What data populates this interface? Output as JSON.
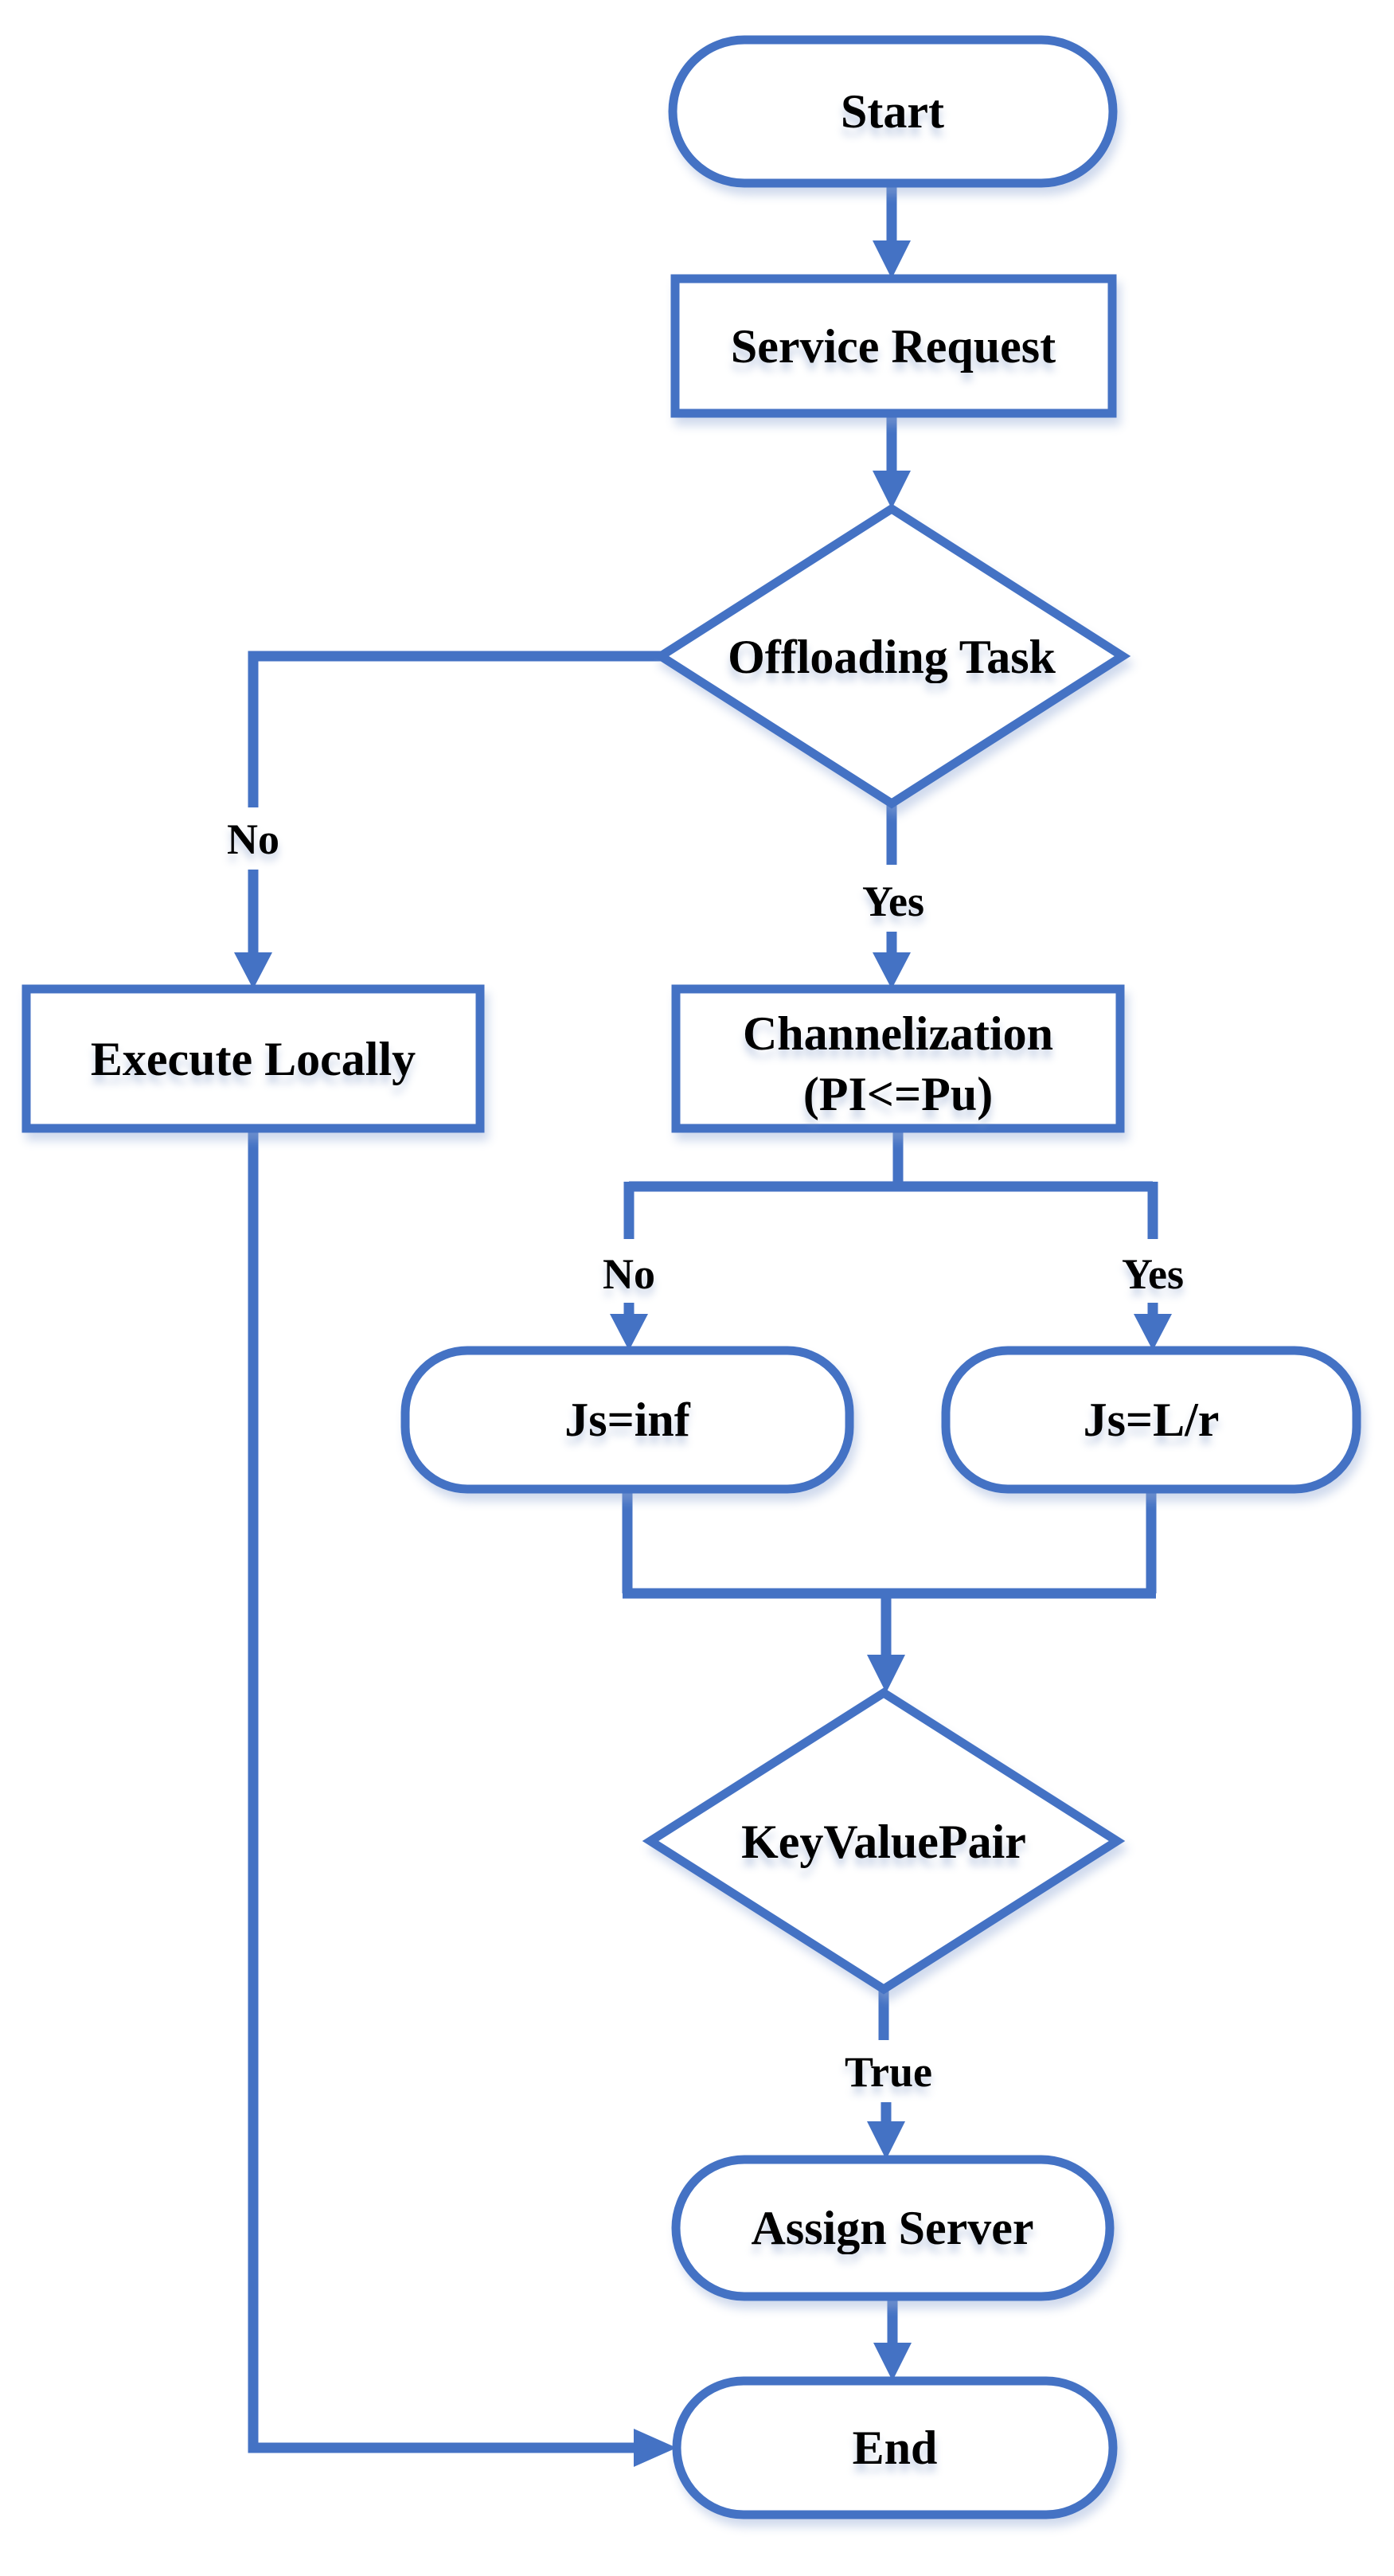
{
  "diagram": {
    "type": "flowchart",
    "colors": {
      "line_blue": "#4472C4",
      "text_black": "#000000",
      "background": "#ffffff"
    },
    "nodes": [
      {
        "id": "start",
        "shape": "terminator",
        "label": "Start"
      },
      {
        "id": "service-request",
        "shape": "process",
        "label": "Service Request"
      },
      {
        "id": "offloading-task",
        "shape": "decision",
        "label": "Offloading Task"
      },
      {
        "id": "execute-locally",
        "shape": "process",
        "label": "Execute Locally"
      },
      {
        "id": "channelization",
        "shape": "process",
        "label_line1": "Channelization",
        "label_line2": "(PI<=Pu)"
      },
      {
        "id": "js-inf",
        "shape": "terminator",
        "label": "Js=inf"
      },
      {
        "id": "js-lr",
        "shape": "terminator",
        "label": "Js=L/r"
      },
      {
        "id": "keyvaluepair",
        "shape": "decision",
        "label": "KeyValuePair"
      },
      {
        "id": "assign-server",
        "shape": "terminator",
        "label": "Assign Server"
      },
      {
        "id": "end",
        "shape": "terminator",
        "label": "End"
      }
    ],
    "edge_labels": [
      {
        "from": "offloading-task",
        "to": "execute-locally",
        "label": "No"
      },
      {
        "from": "offloading-task",
        "to": "channelization",
        "label": "Yes"
      },
      {
        "from": "channelization",
        "to": "js-inf",
        "label": "No"
      },
      {
        "from": "channelization",
        "to": "js-lr",
        "label": "Yes"
      },
      {
        "from": "keyvaluepair",
        "to": "assign-server",
        "label": "True"
      }
    ]
  }
}
